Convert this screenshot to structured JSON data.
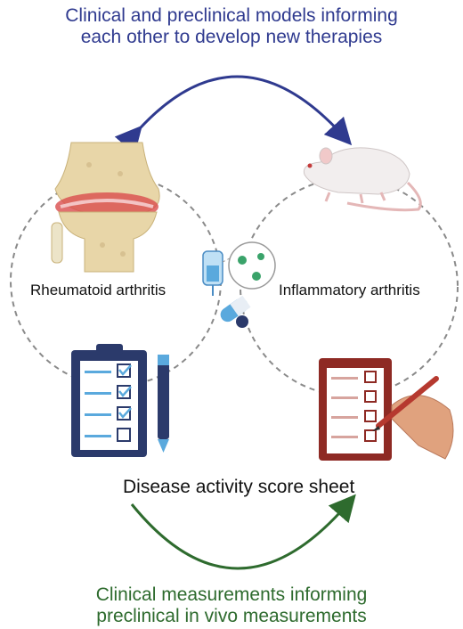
{
  "top_caption": {
    "line1": "Clinical and preclinical models informing",
    "line2": "each other to develop new therapies"
  },
  "labels": {
    "left_circle": "Rheumatoid arthritis",
    "right_circle": "Inflammatory arthritis",
    "score_sheet": "Disease activity score sheet"
  },
  "bottom_caption": {
    "line1": "Clinical measurements  informing",
    "line2": "preclinical in vivo measurements"
  },
  "colors": {
    "top_arrow": "#2f3a8f",
    "bottom_arrow": "#2e6b2e",
    "circle_dash": "#8a8a8a",
    "clipboard_navy": "#2b3a6b",
    "clipboard_red": "#8e2a24"
  },
  "icons": [
    "knee-joint-icon",
    "mouse-icon",
    "iv-bag-icon",
    "virus-cells-icon",
    "pill-icon",
    "clipboard-icon",
    "pen-icon",
    "hand-writing-icon"
  ]
}
